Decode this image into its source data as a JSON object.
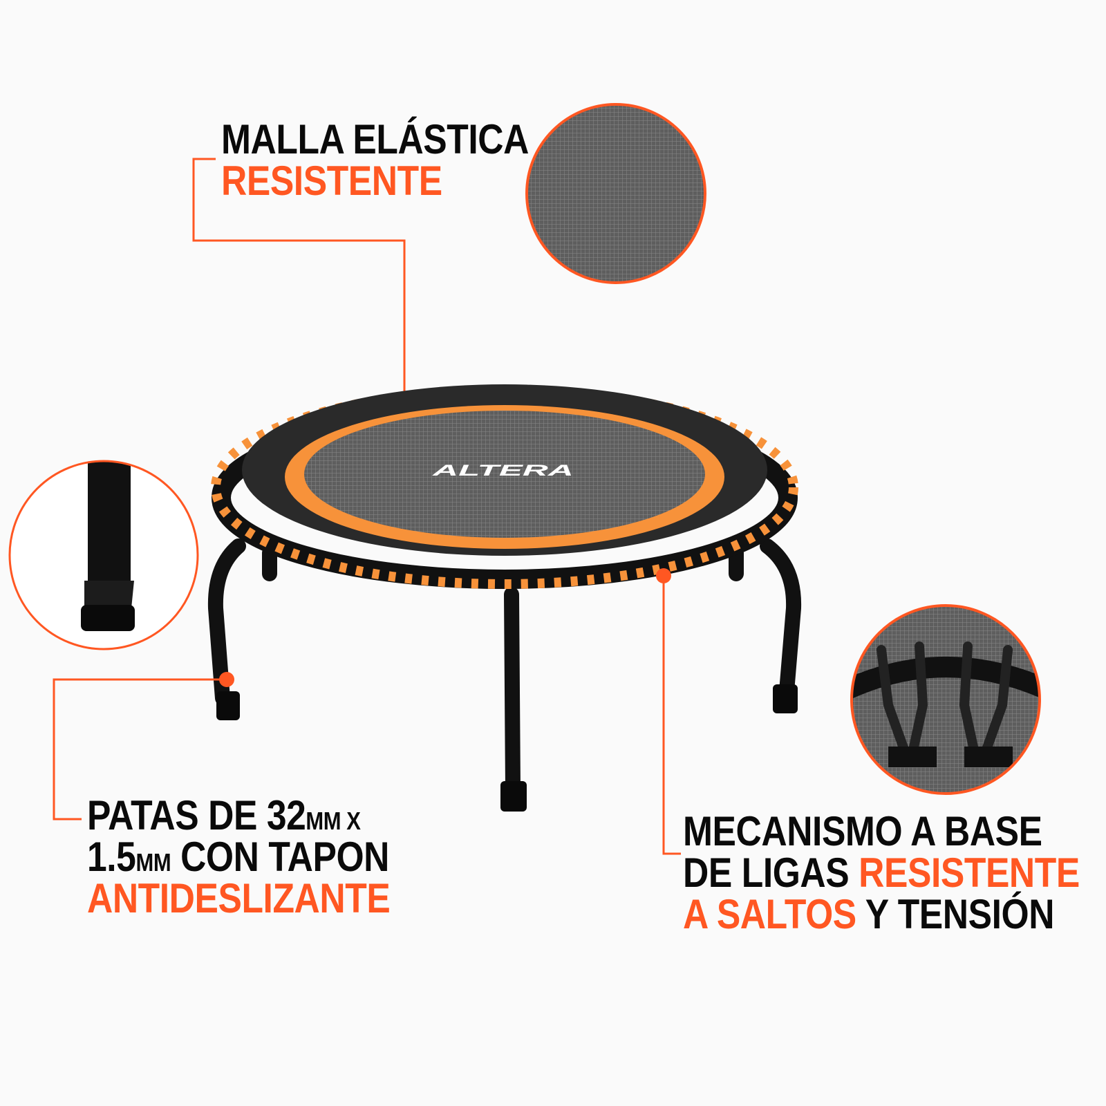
{
  "colors": {
    "accent": "#ff5722",
    "band": "#f7923a",
    "frame": "#111111",
    "mat": "#5a5a5a"
  },
  "brand_logo": "ALTERA",
  "callouts": {
    "mesh": {
      "line1": "MALLA ELÁSTICA",
      "line2": "RESISTENTE"
    },
    "legs": {
      "l1a": "PATAS DE 32",
      "l1b": "MM",
      "l1c": " X",
      "l2a": "1.5",
      "l2b": "MM",
      "l2c": " CON TAPON",
      "l3": "ANTIDESLIZANTE"
    },
    "bands": {
      "l1": "MECANISMO A BASE",
      "l2a": "DE LIGAS ",
      "l2b": "RESISTENTE",
      "l3a": "A SALTOS",
      "l3b": " Y TENSIÓN"
    }
  }
}
